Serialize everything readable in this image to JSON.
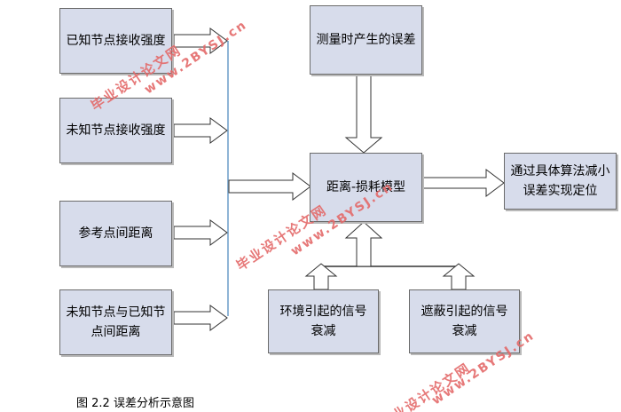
{
  "nodes": {
    "known_node_strength": "已知节点接收强度",
    "unknown_node_strength": "未知节点接收强度",
    "reference_point_distance": "参考点间距离",
    "unknown_known_distance": "未知节点与已知节点间距离",
    "measurement_error": "测量时产生的误差",
    "path_loss_model": "距离-损耗模型",
    "localization": "通过具体算法减小误差实现定位",
    "environment_attenuation": "环境引起的信号衰减",
    "shadowing_attenuation": "遮蔽引起的信号衰减"
  },
  "caption": "图 2.2   误差分析示意图",
  "watermarks": {
    "top_cn": "毕业设计论文网",
    "top_url": "www.2BYSJ.cn",
    "mid_cn": "毕业设计论文网",
    "mid_url": "www.2BYSJ.cn",
    "bottom_cn": "毕业设计论文网",
    "bottom_url": "www.2BYSJ.cn"
  },
  "colors": {
    "node_fill": "#d7dceb",
    "node_border": "#6b6b6b",
    "arrow_fill": "#ffffff",
    "arrow_stroke": "#333333",
    "connector": "#8fb5d6",
    "watermark": "#e46a6a"
  }
}
